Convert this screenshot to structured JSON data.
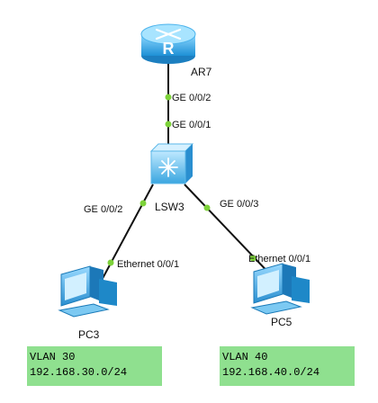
{
  "devices": {
    "router": {
      "label": "AR7",
      "icon": "router-icon"
    },
    "switch": {
      "label": "LSW3",
      "icon": "switch-icon"
    },
    "pc3": {
      "label": "PC3",
      "icon": "pc-icon"
    },
    "pc5": {
      "label": "PC5",
      "icon": "pc-icon"
    }
  },
  "links": {
    "ar7_lsw3": {
      "router_port": "GE 0/0/2",
      "switch_port": "GE 0/0/1"
    },
    "lsw3_pc3": {
      "switch_port": "GE 0/0/2",
      "pc_port": "Ethernet 0/0/1"
    },
    "lsw3_pc5": {
      "switch_port": "GE 0/0/3",
      "pc_port": "Ethernet 0/0/1"
    }
  },
  "notes": {
    "left": {
      "vlan": "VLAN 30",
      "subnet": "192.168.30.0/24"
    },
    "right": {
      "vlan": "VLAN 40",
      "subnet": "192.168.40.0/24"
    }
  },
  "colors": {
    "port_dot": "#7dd23a",
    "note_bg": "#8fe08f",
    "device_blue": "#2ea6e8",
    "link": "#111111"
  }
}
